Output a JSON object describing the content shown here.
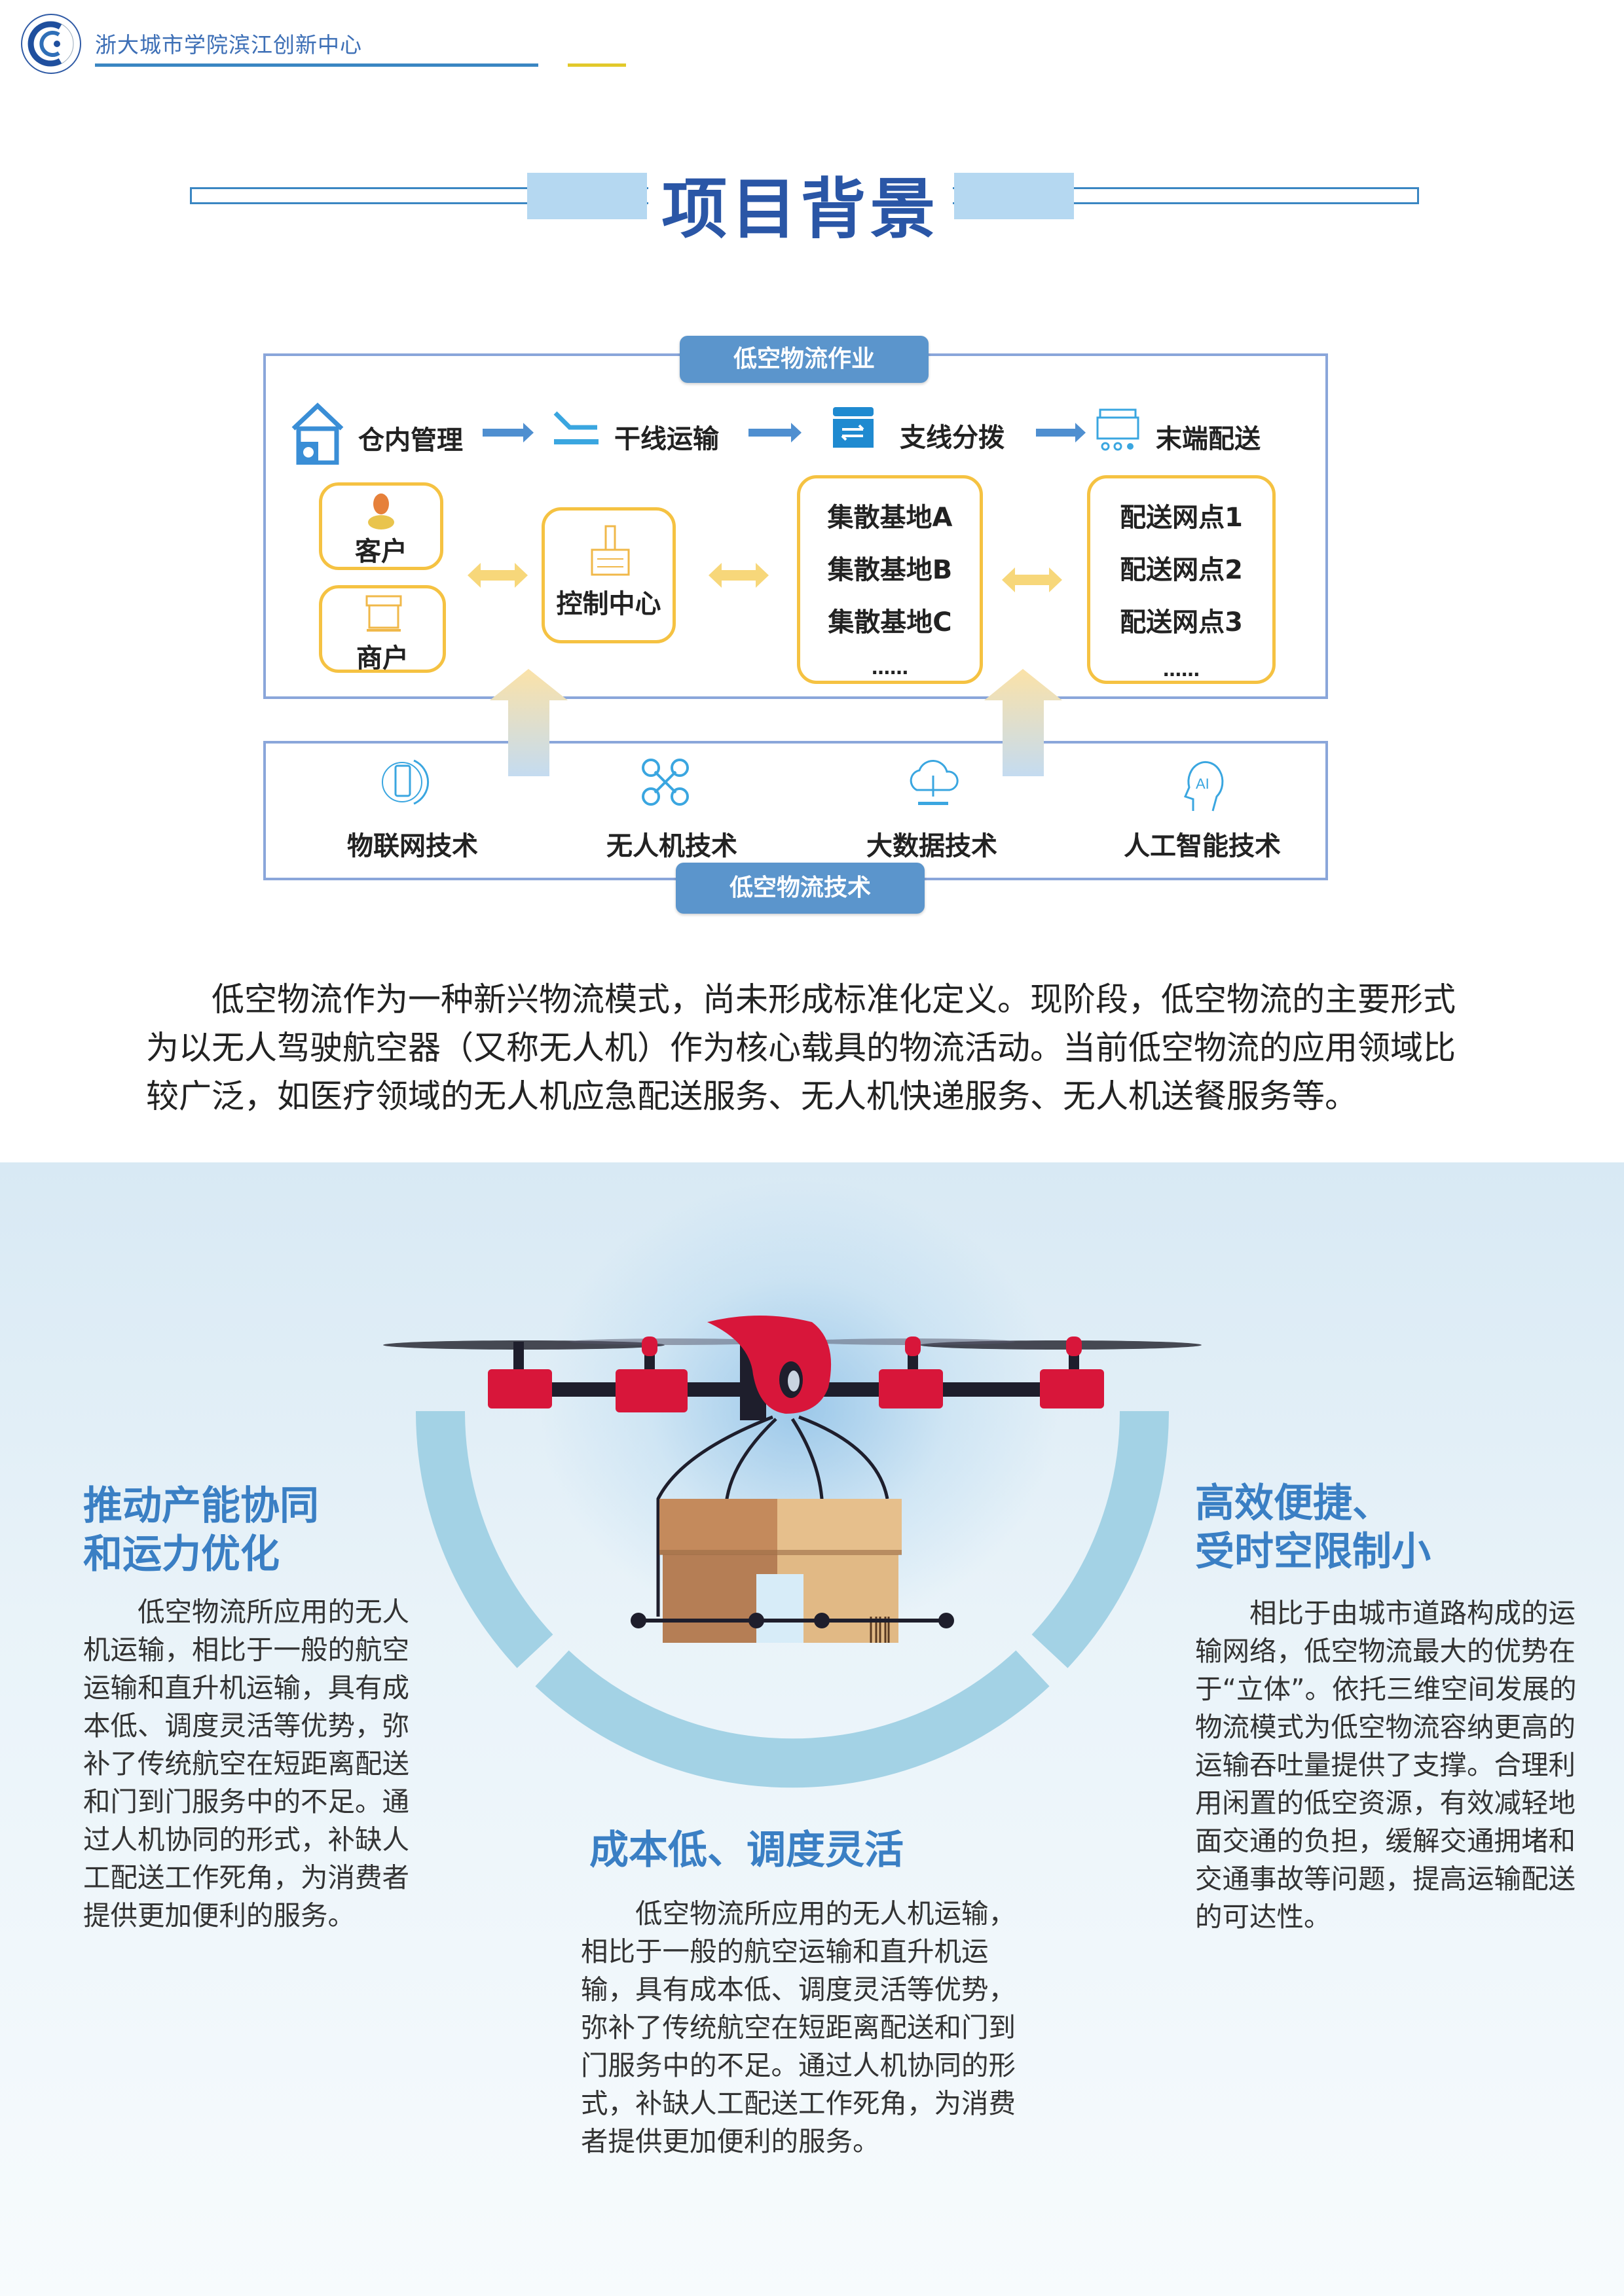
{
  "header": {
    "org_name": "浙大城市学院滨江创新中心"
  },
  "page_title": "项目背景",
  "diagram": {
    "top_label": "低空物流作业",
    "flow": [
      "仓内管理",
      "干线运输",
      "支线分拨",
      "末端配送"
    ],
    "customer": "客户",
    "merchant": "商户",
    "control_center": "控制中心",
    "hubs": [
      "集散基地A",
      "集散基地B",
      "集散基地C",
      "……"
    ],
    "points": [
      "配送网点1",
      "配送网点2",
      "配送网点3",
      "……"
    ],
    "bottom_label": "低空物流技术",
    "tech": [
      "物联网技术",
      "无人机技术",
      "大数据技术",
      "人工智能技术"
    ]
  },
  "intro": {
    "lines": [
      "低空物流作为一种新兴物流模式，尚未形成标准化定义。现阶段，低空物流的主要形式",
      "为以无人驾驶航空器（又称无人机）作为核心载具的物流活动。当前低空物流的应用领域比",
      "较广泛，如医疗领域的无人机应急配送服务、无人机快递服务、无人机送餐服务等。"
    ]
  },
  "features": [
    {
      "title_lines": [
        "推动产能协同",
        "和运力优化"
      ],
      "body_lines": [
        "低空物流所应用的无人",
        "机运输，相比于一般的航空",
        "运输和直升机运输，具有成",
        "本低、调度灵活等优势，弥",
        "补了传统航空在短距离配送",
        "和门到门服务中的不足。通",
        "过人机协同的形式，补缺人",
        "工配送工作死角，为消费者",
        "提供更加便利的服务。"
      ]
    },
    {
      "title_lines": [
        "成本低、调度灵活"
      ],
      "body_lines": [
        "低空物流所应用的无人机运输，",
        "相比于一般的航空运输和直升机运",
        "输，具有成本低、调度灵活等优势，",
        "弥补了传统航空在短距离配送和门到",
        "门服务中的不足。通过人机协同的形",
        "式，补缺人工配送工作死角，为消费",
        "者提供更加便利的服务。"
      ]
    },
    {
      "title_lines": [
        "高效便捷、",
        "受时空限制小"
      ],
      "body_lines": [
        "相比于由城市道路构成的运",
        "输网络，低空物流最大的优势在",
        "于“立体”。依托三维空间发展的",
        "物流模式为低空物流容纳更高的",
        "运输吞吐量提供了支撑。合理利",
        "用闲置的低空资源，有效减轻地",
        "面交通的负担，缓解交通拥堵和",
        "交通事故等问题，提高运输配送",
        "的可达性。"
      ]
    }
  ],
  "colors": {
    "brand_blue": "#2a56a6",
    "accent_blue": "#3a7fc4",
    "yellow": "#f5c242",
    "arc": "#a3d2e5",
    "drone_red": "#d8163a"
  }
}
